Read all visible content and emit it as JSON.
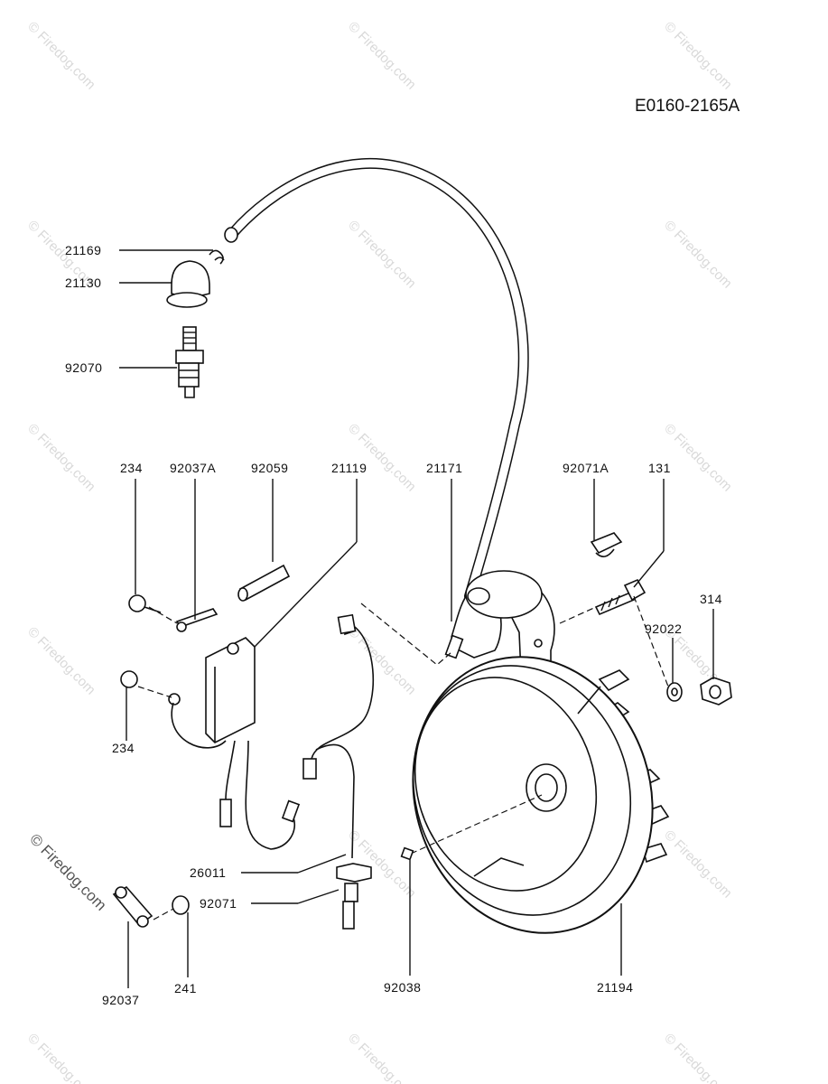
{
  "diagram_code": "E0160-2165A",
  "watermark": "© Firedog.com",
  "parts": {
    "p21169": "21169",
    "p21130": "21130",
    "p92070": "92070",
    "p234_top": "234",
    "p92037A": "92037A",
    "p92059": "92059",
    "p21119": "21119",
    "p21171": "21171",
    "p92071A": "92071A",
    "p131": "131",
    "p314": "314",
    "p92022": "92022",
    "p234_bottom": "234",
    "p26011": "26011",
    "p92071": "92071",
    "p92037": "92037",
    "p241": "241",
    "p92038": "92038",
    "p21194": "21194"
  }
}
